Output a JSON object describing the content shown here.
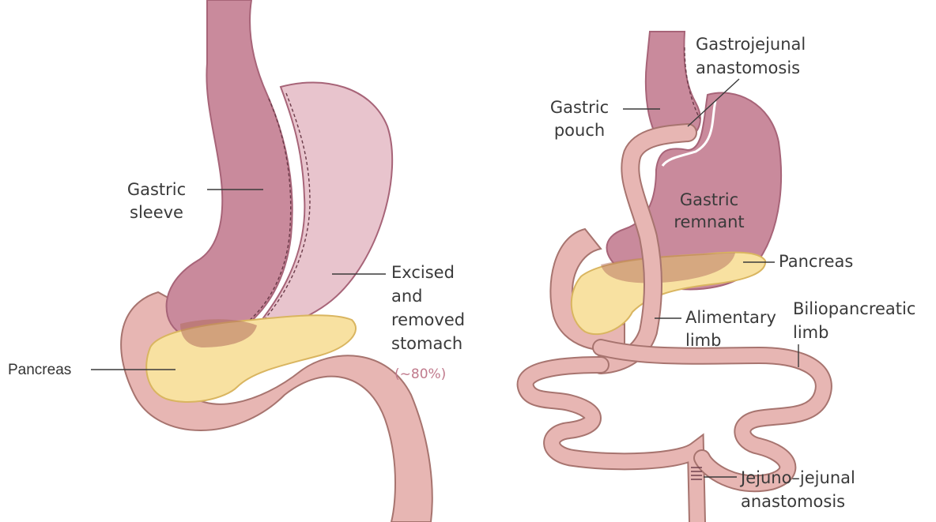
{
  "colors": {
    "stomach": "#c98a9c",
    "stomach_light": "#e8c4cd",
    "stomach_dark": "#a76478",
    "intestine": "#e7b6b3",
    "intestine_edge": "#a7746f",
    "pancreas": "#f8e1a1",
    "pancreas_edge": "#d9b560",
    "percent": "#c07a8c"
  },
  "left_panel": {
    "gastric_sleeve": [
      "Gastric",
      "sleeve"
    ],
    "excised_stomach": [
      "Excised",
      "and",
      "removed",
      "stomach"
    ],
    "excised_percent": "(~80%)",
    "pancreas": "Pancreas"
  },
  "right_panel": {
    "gastrojejunal_anastomosis": [
      "Gastrojejunal",
      "anastomosis"
    ],
    "gastric_pouch": [
      "Gastric",
      "pouch"
    ],
    "gastric_remnant": [
      "Gastric",
      "remnant"
    ],
    "pancreas": "Pancreas",
    "alimentary_limb": [
      "Alimentary",
      "limb"
    ],
    "biliopancreatic_limb": [
      "Biliopancreatic",
      "limb"
    ],
    "jejuno_jejunal_anastomosis": [
      "Jejuno–jejunal",
      "anastomosis"
    ]
  }
}
